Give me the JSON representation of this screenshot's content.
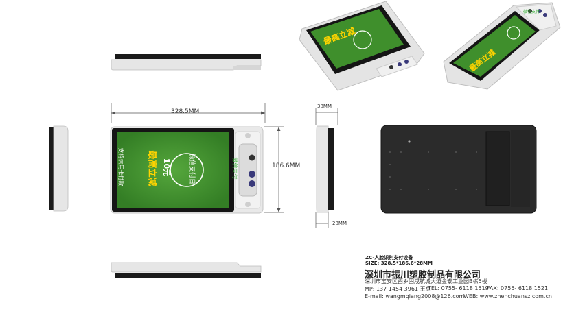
{
  "dimensions": {
    "width": "328.5MM",
    "height": "186.6MM",
    "depth_top": "38MM",
    "depth_bottom": "28MM"
  },
  "device_screen": {
    "brand_name": "微信支付",
    "day_label": "微信支付日",
    "promo_line1": "最高立减",
    "promo_line2": "10元",
    "slogan": "支持信用卡付款"
  },
  "info": {
    "model_label": "ZC-人脸识别支付设备",
    "size_label": "SIZE: 328.5*186.6*28MM",
    "company_name": "深圳市振川塑胶制品有限公司",
    "address": "深圳市宝安区西乡固戍航城大道金泰工业园B栋5楼",
    "mobile": "MP: 137 1454 3961 王总",
    "tel": "TEL: 0755- 6118 1519",
    "fax": "FAX: 0755- 6118 1521",
    "email": "E-mail: wangmqiang2008@126.com",
    "web": "WEB: www.zhenchuansz.com.cn"
  },
  "colors": {
    "screen_green": "#3f8f2c",
    "bezel_black": "#151515",
    "body_silver": "#e4e4e4",
    "back_panel": "#2b2b2b",
    "wechat_green": "#3db53d"
  }
}
